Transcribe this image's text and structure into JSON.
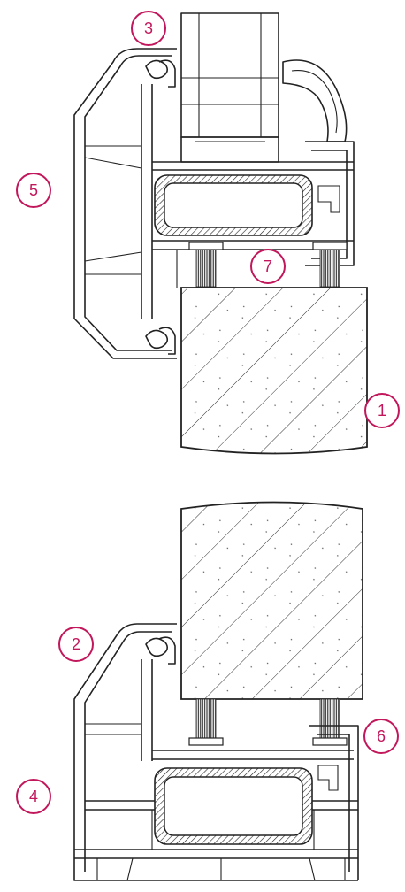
{
  "callouts": [
    {
      "id": "c3",
      "label": "3"
    },
    {
      "id": "c5",
      "label": "5"
    },
    {
      "id": "c7",
      "label": "7"
    },
    {
      "id": "c1",
      "label": "1"
    },
    {
      "id": "c2",
      "label": "2"
    },
    {
      "id": "c6",
      "label": "6"
    },
    {
      "id": "c4",
      "label": "4"
    }
  ],
  "colors": {
    "callout": "#c2185b",
    "stroke": "#222222",
    "background": "#ffffff"
  }
}
